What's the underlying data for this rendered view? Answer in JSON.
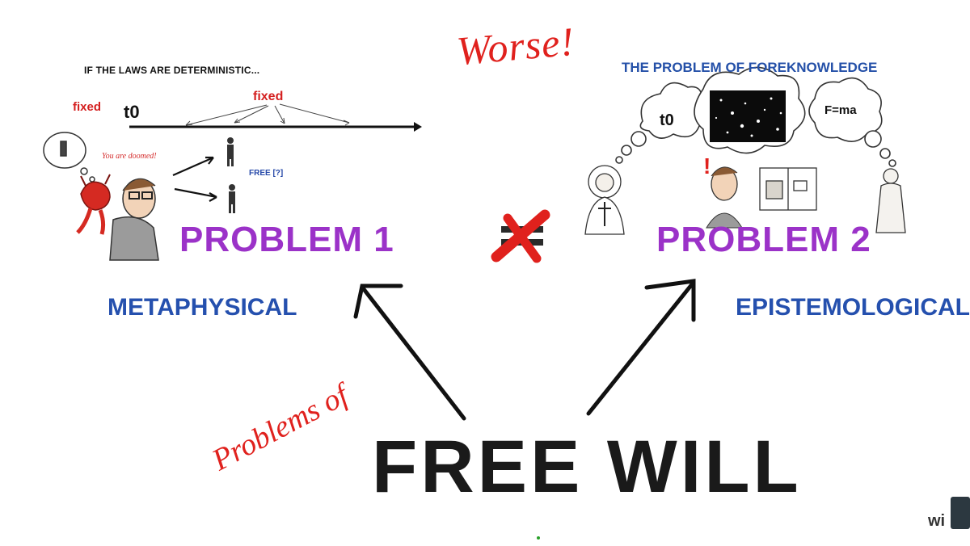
{
  "header": {
    "worse": "Worse!"
  },
  "left_panel": {
    "laws_text": "IF THE LAWS ARE DETERMINISTIC...",
    "fixed_left": "fixed",
    "t0_label": "t0",
    "fixed_top": "fixed",
    "doomed_text": "You are doomed!",
    "free_question": "FREE [?]",
    "problem_title": "PROBLEM 1",
    "category": "METAPHYSICAL"
  },
  "right_panel": {
    "foreknowledge_title": "THE PROBLEM OF FOREKNOWLEDGE",
    "cloud_t0": "t0",
    "cloud_fma": "F=ma",
    "exclamation": "!",
    "problem_title": "PROBLEM 2",
    "category": "EPISTEMOLOGICAL"
  },
  "bottom": {
    "problems_of": "Problems of",
    "free_will": "FREE WILL"
  },
  "watermark": {
    "logo": "wi"
  },
  "colors": {
    "red": "#e0211d",
    "purple": "#9b32c8",
    "blue": "#2550ae",
    "black": "#1a1a1a"
  }
}
